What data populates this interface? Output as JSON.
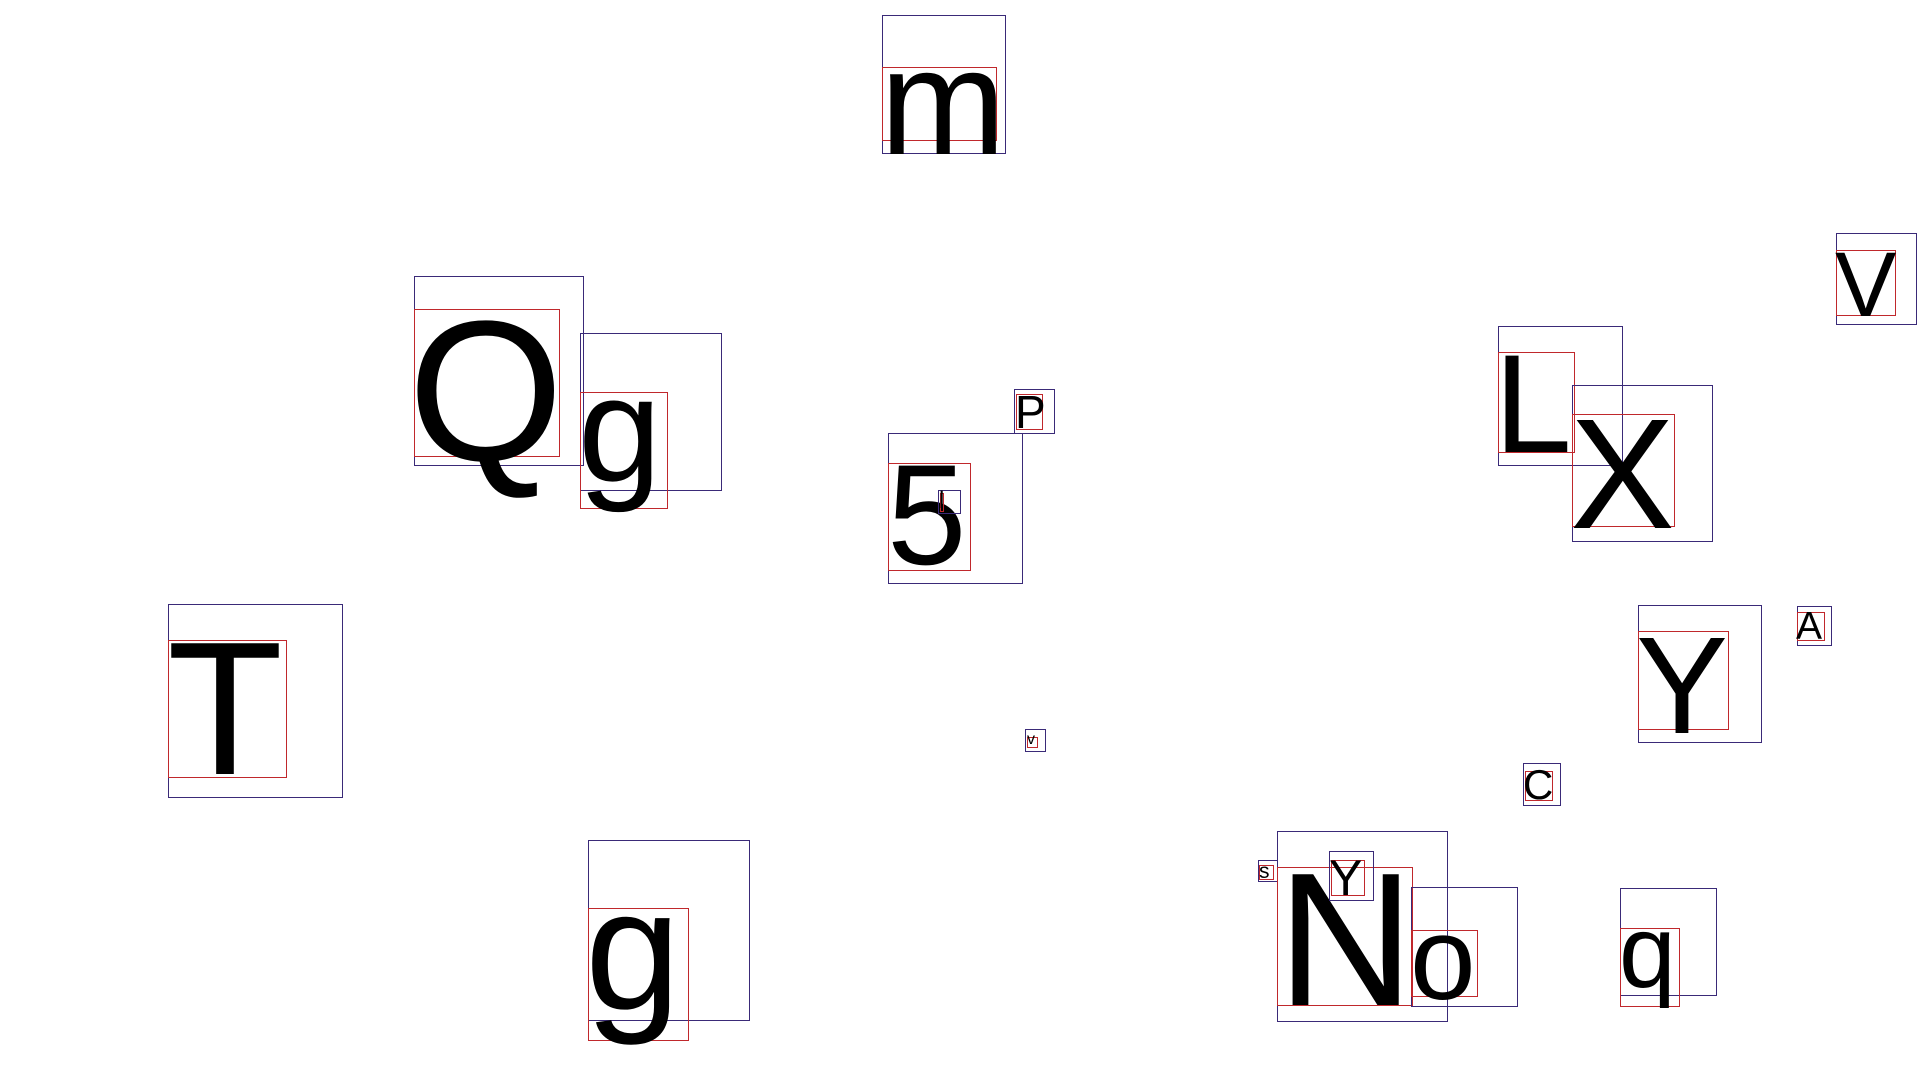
{
  "colors": {
    "background": "#ffffff",
    "glyph": "#000000",
    "outer_box": "#3a2a78",
    "inner_box": "#c0282c"
  },
  "glyphs": [
    {
      "char": "m"
    },
    {
      "char": "Q"
    },
    {
      "char": "g"
    },
    {
      "char": "P"
    },
    {
      "char": "5"
    },
    {
      "char": "l"
    },
    {
      "char": "L"
    },
    {
      "char": "X"
    },
    {
      "char": "V"
    },
    {
      "char": "T"
    },
    {
      "char": "Y"
    },
    {
      "char": "A"
    },
    {
      "char": "v"
    },
    {
      "char": "C"
    },
    {
      "char": "g"
    },
    {
      "char": "s"
    },
    {
      "char": "Y"
    },
    {
      "char": "N"
    },
    {
      "char": "o"
    },
    {
      "char": "q"
    }
  ]
}
